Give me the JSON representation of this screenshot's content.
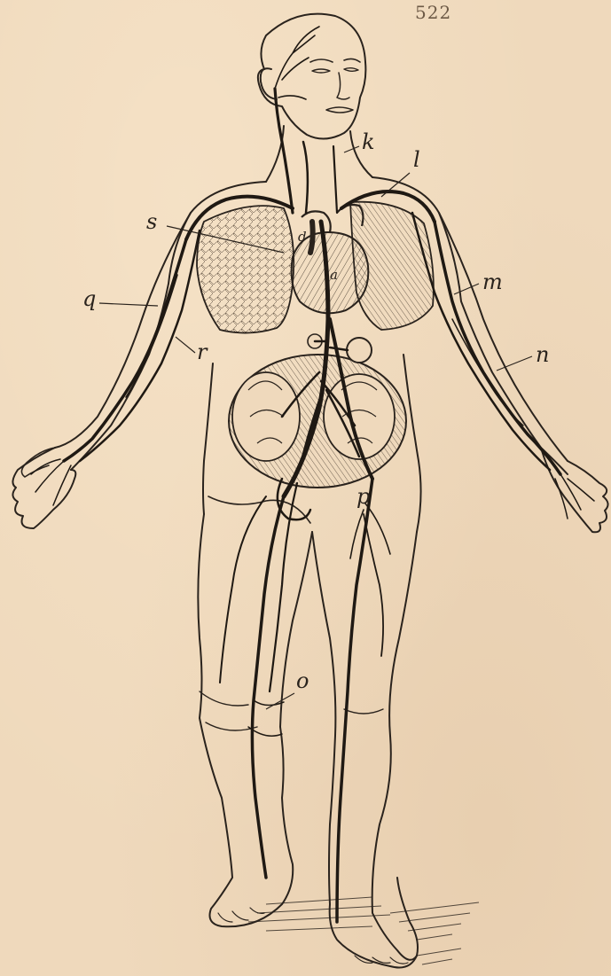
{
  "page": {
    "number": "522"
  },
  "figure": {
    "labels": {
      "k": "k",
      "l": "l",
      "s": "s",
      "q": "q",
      "r": "r",
      "m": "m",
      "n": "n",
      "p": "p",
      "o": "o",
      "a": "a",
      "d": "d"
    }
  },
  "colors": {
    "paper": "#efd9bc",
    "ink": "#2a231d"
  }
}
